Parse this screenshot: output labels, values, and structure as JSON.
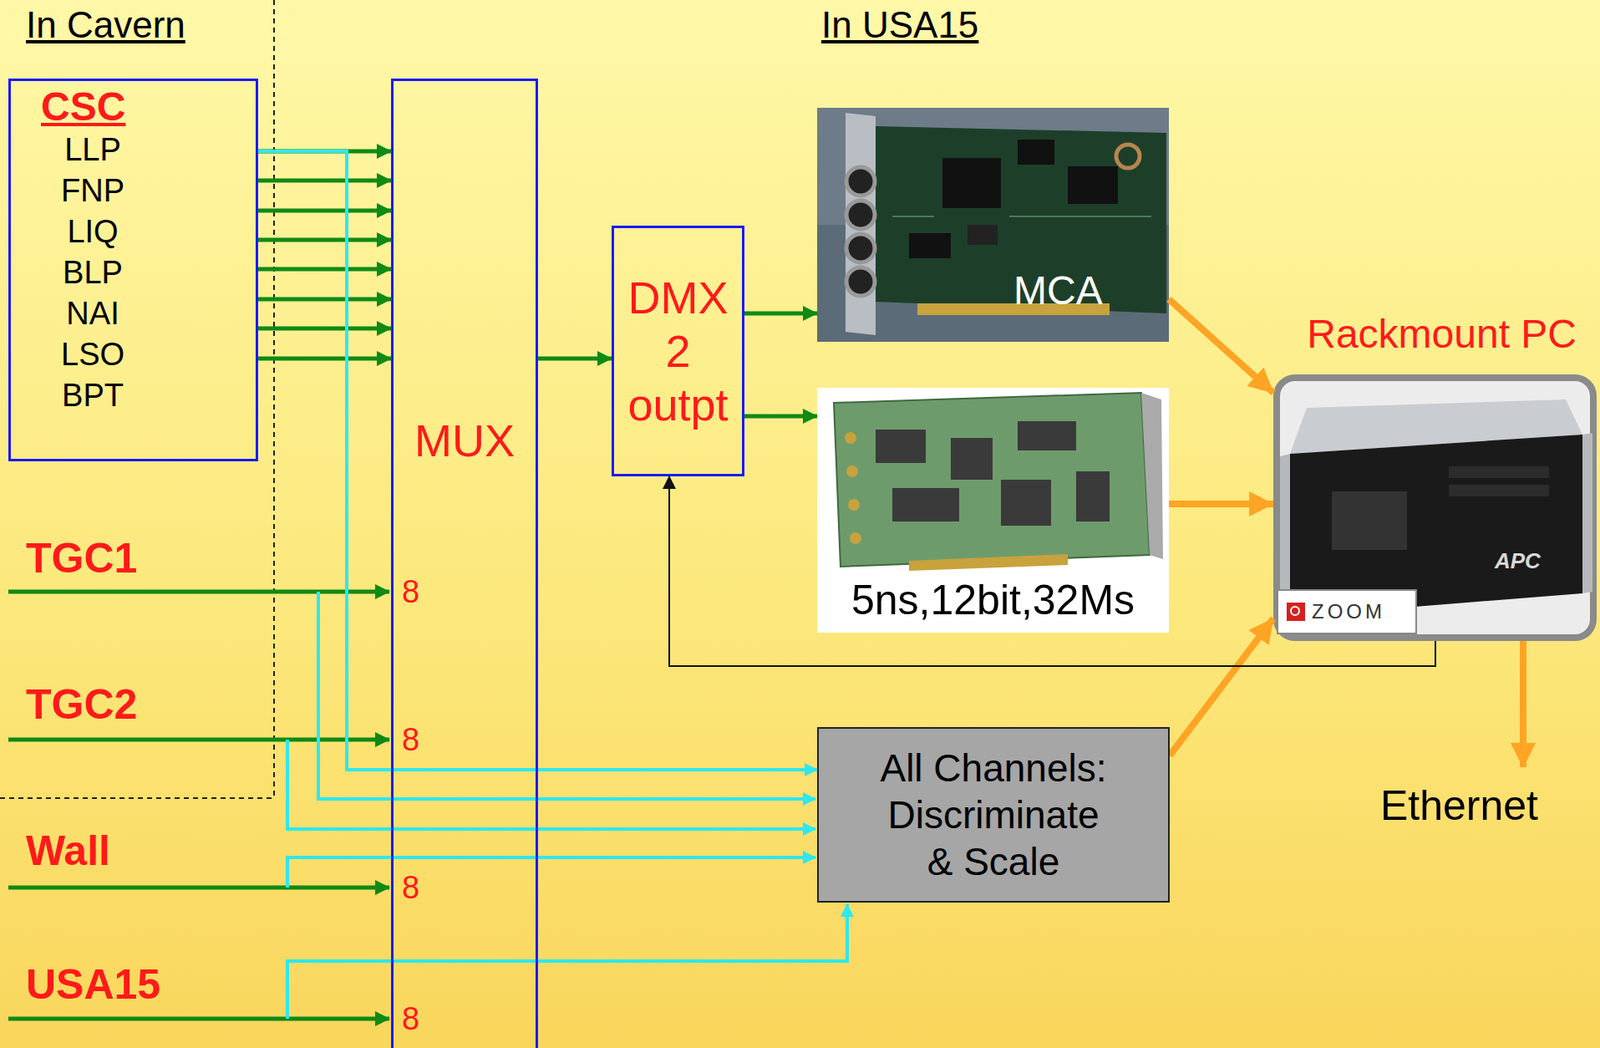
{
  "diagram": {
    "nodes": [
      {
        "text": [
          "CSC",
          "LLP FNP LIQ BLP NAI LSO BPT"
        ]
      },
      {
        "text": [
          "MUX"
        ]
      },
      {
        "text": [
          "DMX 2 outpt"
        ]
      },
      {
        "text": [
          "MCA"
        ]
      },
      {
        "text": [
          "5ns,12bit,32Ms"
        ]
      },
      {
        "text": [
          "Rackmount PC"
        ]
      },
      {
        "text": [
          "All Channels: Discriminate & Scale"
        ]
      }
    ],
    "edges": [
      {
        "from": 0,
        "to": 1,
        "arrow": "to"
      },
      {
        "from": 0,
        "to": 1,
        "arrow": "to"
      },
      {
        "from": 0,
        "to": 1,
        "arrow": "to"
      },
      {
        "from": 0,
        "to": 1,
        "arrow": "to"
      },
      {
        "from": 0,
        "to": 1,
        "arrow": "to"
      },
      {
        "from": 0,
        "to": 1,
        "arrow": "to"
      },
      {
        "from": 0,
        "to": 1,
        "arrow": "to"
      },
      {
        "from": 0,
        "to": 1,
        "arrow": "to"
      },
      {
        "from": 0,
        "to": 6,
        "arrow": "to"
      },
      {
        "from": 1,
        "to": 2,
        "arrow": "to"
      },
      {
        "from": 2,
        "to": 3,
        "arrow": "to"
      },
      {
        "from": 2,
        "to": 4,
        "arrow": "to"
      },
      {
        "from": 3,
        "to": 5,
        "arrow": "to"
      },
      {
        "from": 4,
        "to": 5,
        "arrow": "to"
      },
      {
        "from": 6,
        "to": 5,
        "arrow": "to"
      },
      {
        "from": 5,
        "to": 2,
        "arrow": "to"
      }
    ],
    "labels": [
      "In Cavern",
      "In USA15",
      "TGC1",
      "TGC2",
      "Wall",
      "USA15",
      "8",
      "8",
      "8",
      "8",
      "Ethernet",
      "ZOOM",
      "APC"
    ]
  }
}
